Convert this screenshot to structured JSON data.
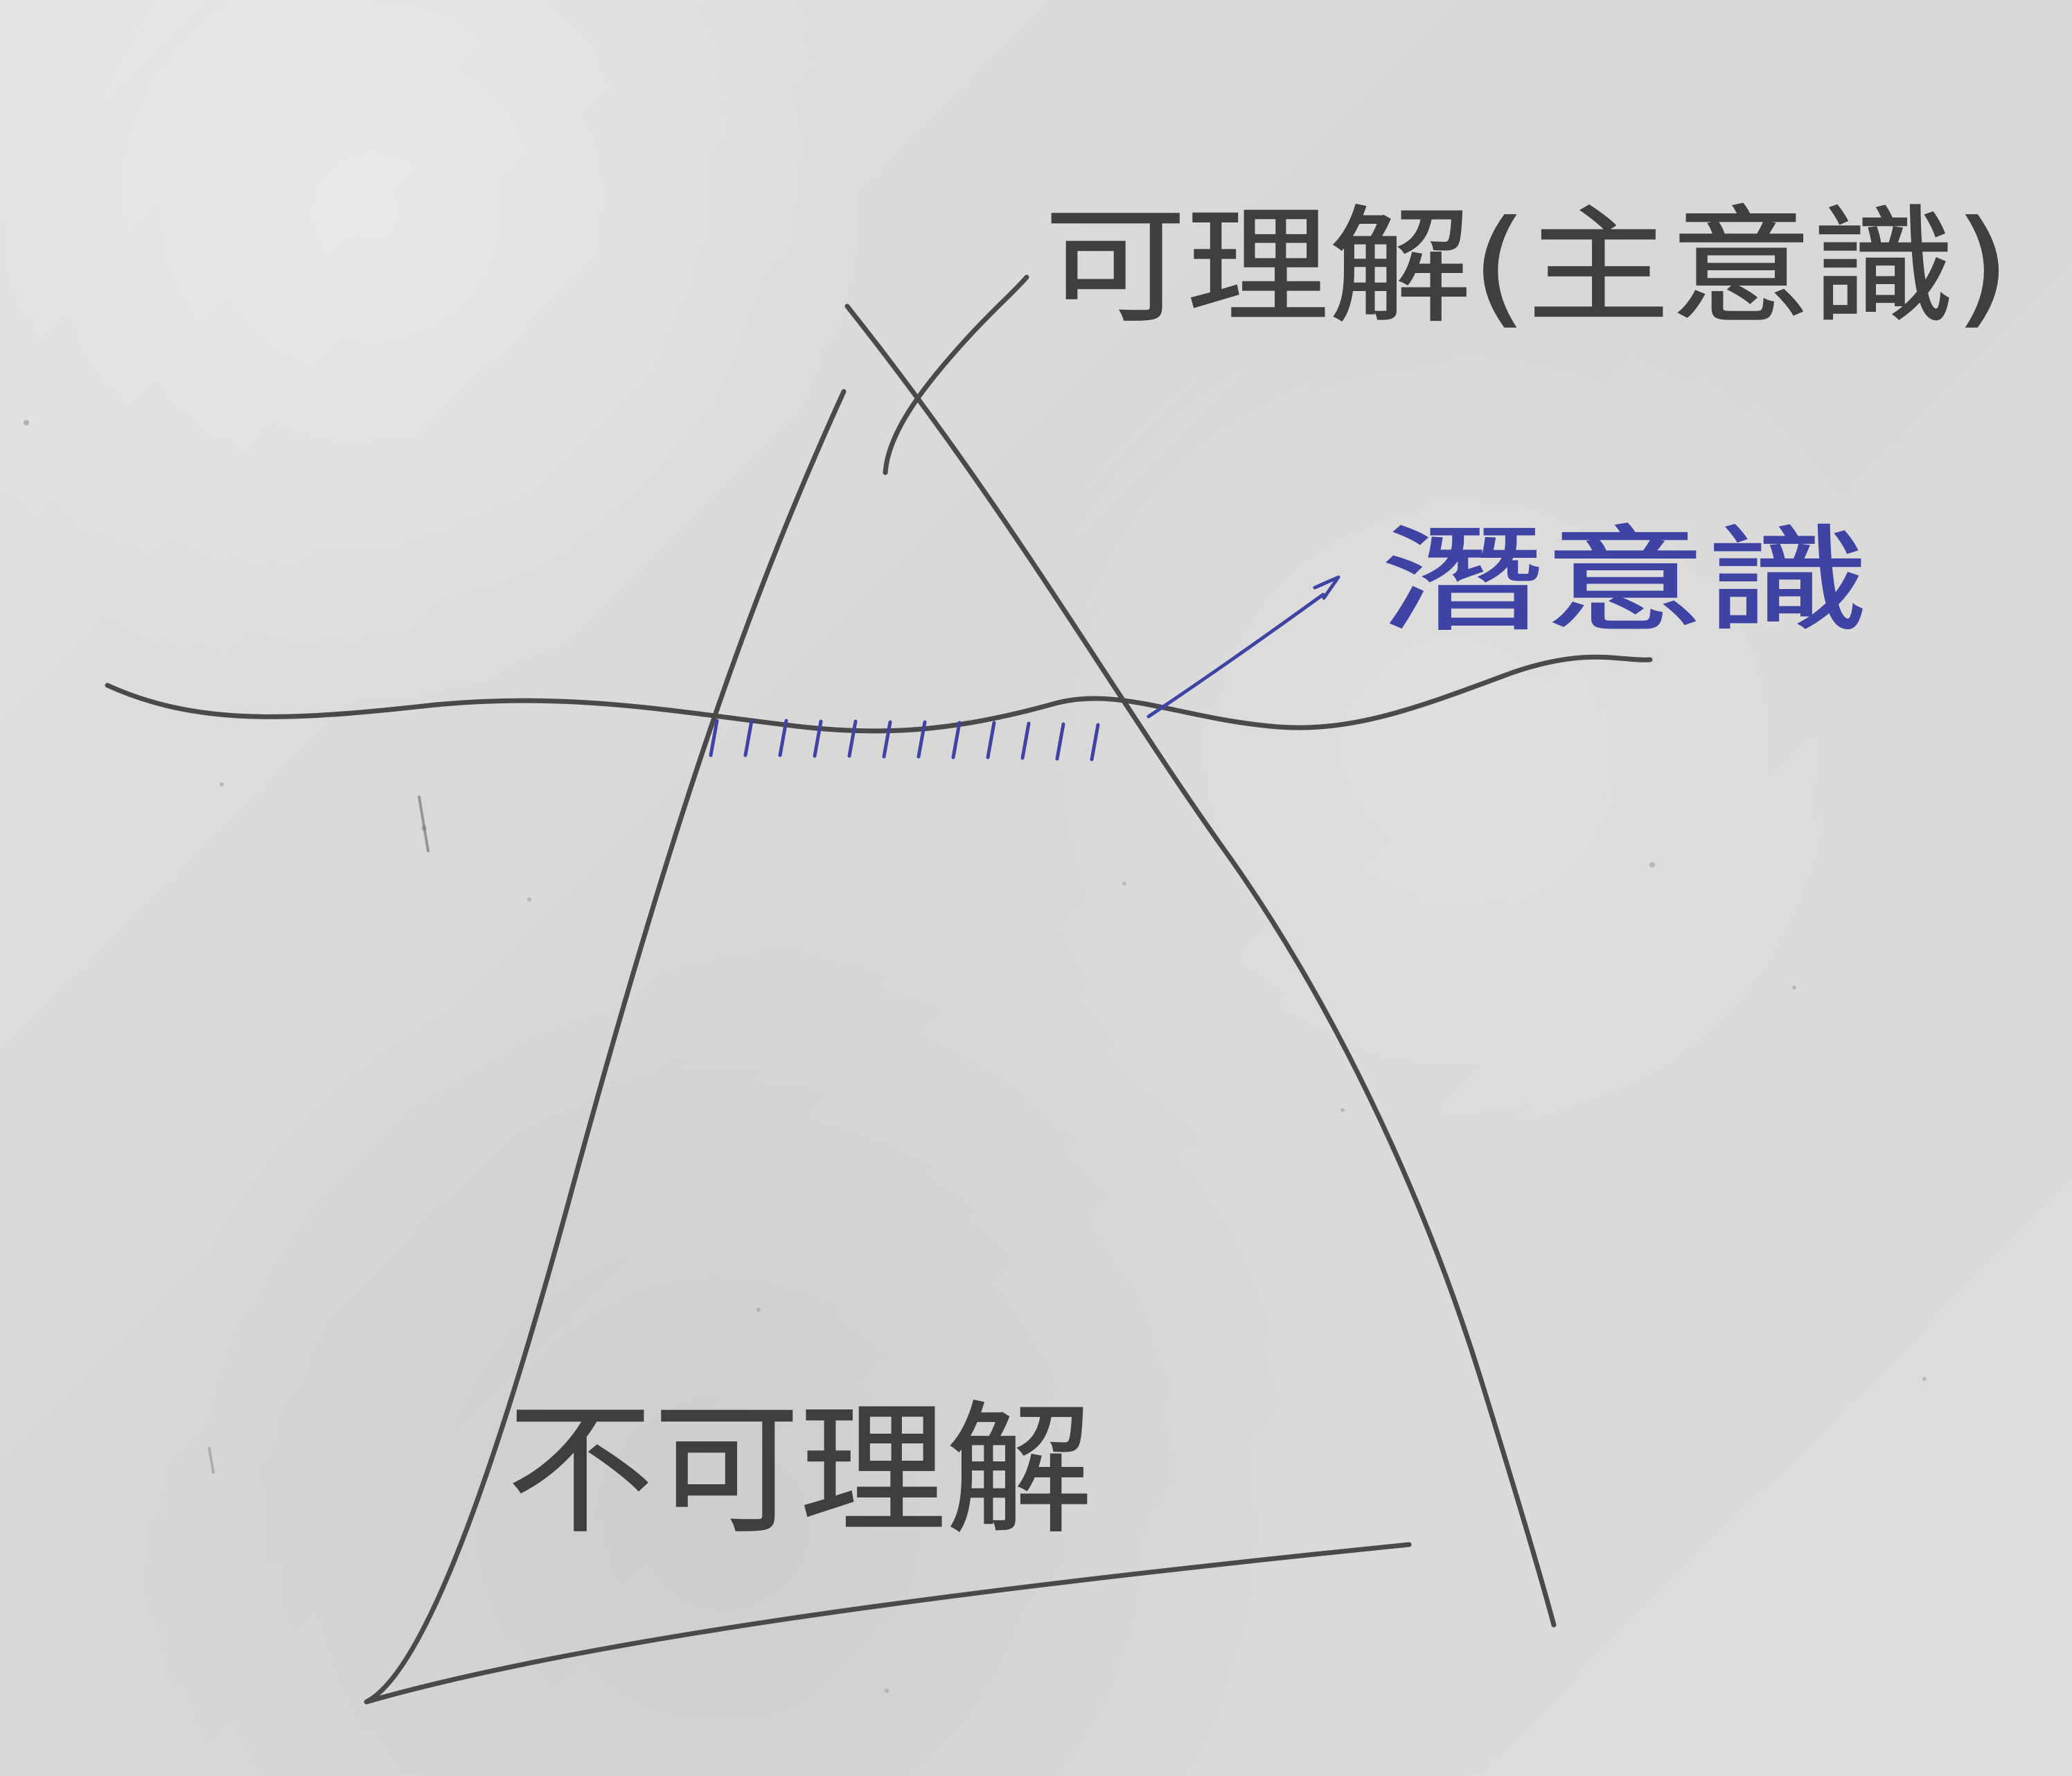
{
  "diagram": {
    "top_label": "可理解(主意識)",
    "middle_label": "潛意識",
    "bottom_label": "不可理解",
    "colors": {
      "paper": "#dcdcdb",
      "pencil": "#4a4a4a",
      "blue_pen": "#3f43a4"
    }
  }
}
